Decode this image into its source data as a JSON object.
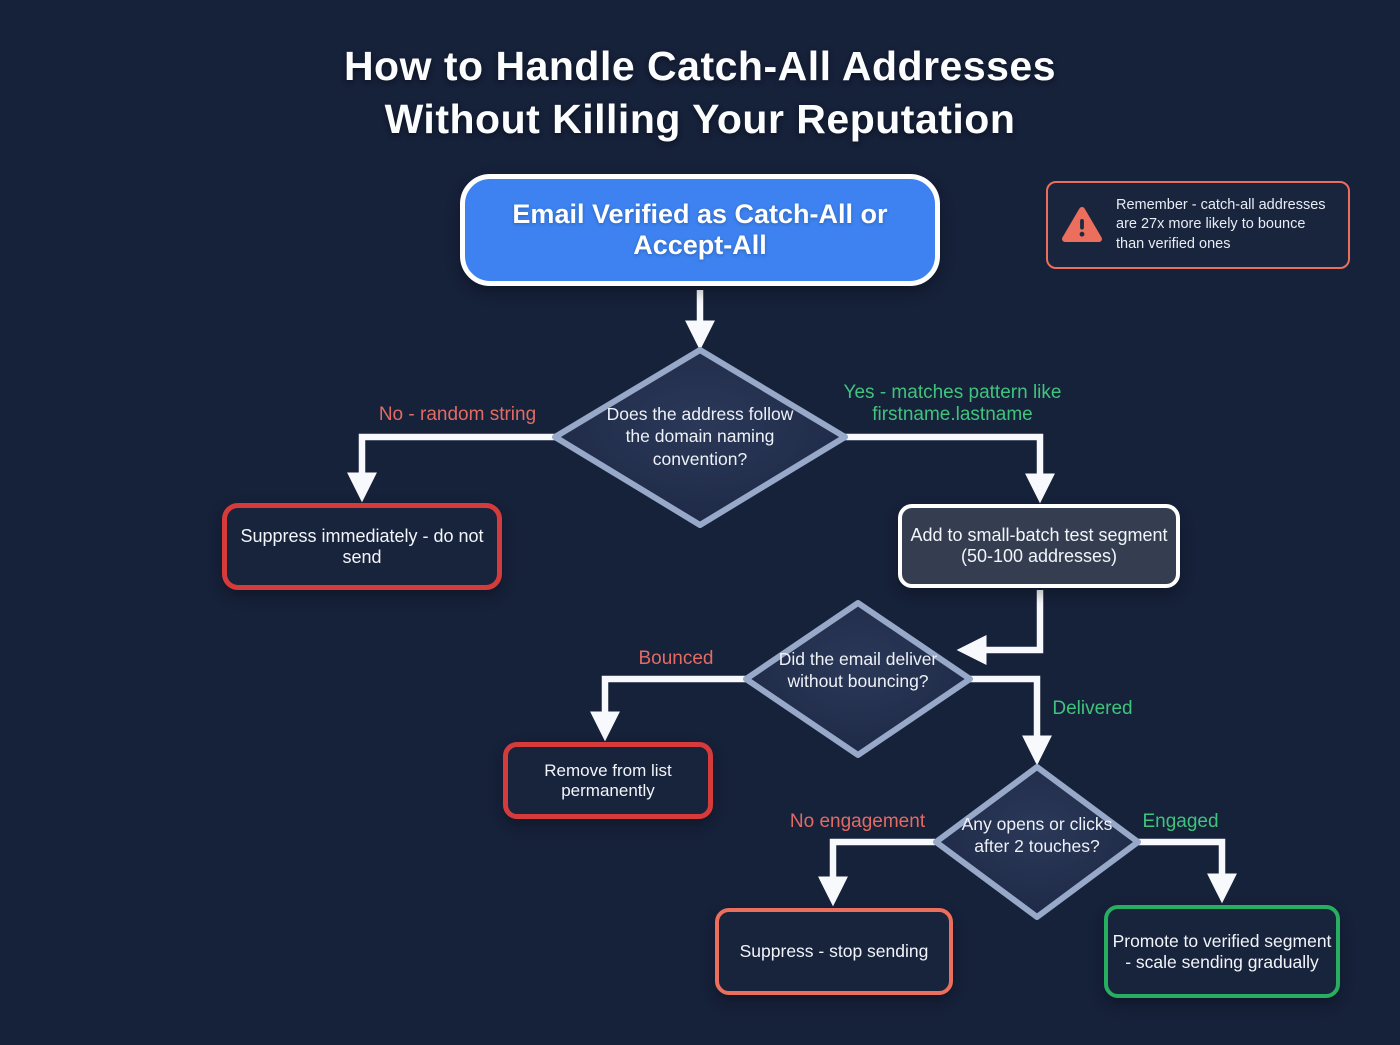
{
  "colors": {
    "bg": "#16213a",
    "line": "#f7f9fc",
    "text": "#f2f5fa",
    "blue": "#3d82f0",
    "red": "#d53b3b",
    "red-label": "#e26b64",
    "salmon": "#ec6e5c",
    "green-label": "#3fc47d",
    "green-border": "#27ae60",
    "diamond-border": "#97a8c8",
    "box-fill": "#353e51"
  },
  "title": {
    "line1": "How to Handle Catch-All Addresses",
    "line2": "Without Killing Your Reputation"
  },
  "warning": {
    "text": "Remember - catch-all addresses are 27x more likely to bounce than verified ones"
  },
  "nodes": {
    "start": "Email Verified as Catch-All or Accept-All",
    "decision_naming": "Does the address follow the domain naming convention?",
    "suppress_immediately": "Suppress immediately - do not send",
    "add_test_segment": "Add to small-batch test segment (50-100 addresses)",
    "decision_bounce": "Did the email deliver without bouncing?",
    "remove_permanently": "Remove from list permanently",
    "decision_engagement": "Any opens or clicks after 2 touches?",
    "suppress_stop": "Suppress - stop sending",
    "promote_verified": "Promote to verified segment - scale sending gradually"
  },
  "edge_labels": {
    "no_random": "No - random string",
    "yes_pattern": "Yes - matches pattern like firstname.lastname",
    "bounced": "Bounced",
    "delivered": "Delivered",
    "no_engagement": "No engagement",
    "engaged": "Engaged"
  }
}
